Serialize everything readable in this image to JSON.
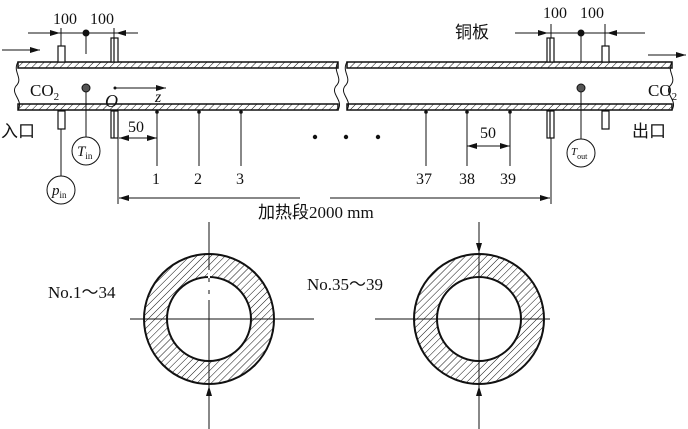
{
  "labels": {
    "inlet": "入口",
    "outlet": "出口",
    "co2_in": "CO",
    "co2_out": "CO",
    "co2_sub": "2",
    "copper_plate": "铜板",
    "origin": "O",
    "axis": "z",
    "dim_100_a": "100",
    "dim_100_b": "100",
    "dim_100_c": "100",
    "dim_100_d": "100",
    "dim_50_left": "50",
    "dim_50_right": "50",
    "heating_section": "加热段2000 mm",
    "t_in": "T",
    "t_in_sub": "in",
    "p_in": "p",
    "p_in_sub": "in",
    "t_out": "T",
    "t_out_sub": "out",
    "section_1": "No.1～34",
    "section_2": "No.35～39"
  },
  "thermocouples": [
    "1",
    "2",
    "3",
    "37",
    "38",
    "39"
  ]
}
